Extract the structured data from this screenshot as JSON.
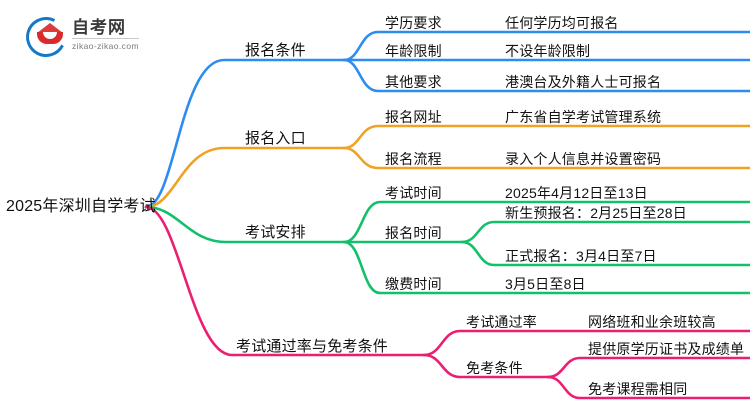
{
  "logo": {
    "name": "自考网",
    "domain": "zikao-zikao.com",
    "mark_color": "#1679c8",
    "cap_color": "#d92b2b"
  },
  "mindmap": {
    "root": "2025年深圳自学考试",
    "colors": {
      "blue": "#2d8cf0",
      "orange": "#f0a322",
      "green": "#12c06a",
      "pink": "#ec1e72"
    },
    "branches": [
      {
        "label": "报名条件",
        "color": "#2d8cf0",
        "children": [
          {
            "label": "学历要求",
            "value": "任何学历均可报名"
          },
          {
            "label": "年龄限制",
            "value": "不设年龄限制"
          },
          {
            "label": "其他要求",
            "value": "港澳台及外籍人士可报名"
          }
        ]
      },
      {
        "label": "报名入口",
        "color": "#f0a322",
        "children": [
          {
            "label": "报名网址",
            "value": "广东省自学考试管理系统"
          },
          {
            "label": "报名流程",
            "value": "录入个人信息并设置密码"
          }
        ]
      },
      {
        "label": "考试安排",
        "color": "#12c06a",
        "children": [
          {
            "label": "考试时间",
            "value": "2025年4月12日至13日"
          },
          {
            "label": "报名时间",
            "values": [
              "新生预报名：2月25日至28日",
              "正式报名：3月4日至7日"
            ]
          },
          {
            "label": "缴费时间",
            "value": "3月5日至8日"
          }
        ]
      },
      {
        "label": "考试通过率与免考条件",
        "color": "#ec1e72",
        "children": [
          {
            "label": "考试通过率",
            "value": "网络班和业余班较高"
          },
          {
            "label": "免考条件",
            "values": [
              "提供原学历证书及成绩单",
              "免考课程需相同"
            ]
          }
        ]
      }
    ]
  }
}
